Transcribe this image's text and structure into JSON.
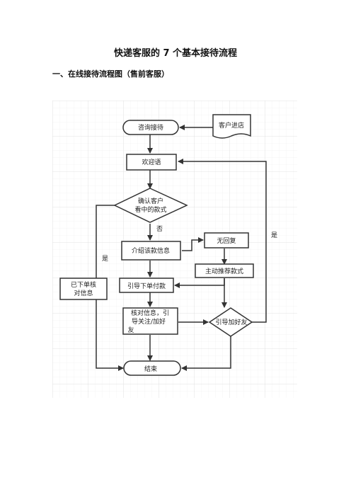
{
  "document": {
    "title": "快递客服的 7 个基本接待流程",
    "section_title": "一、在线接待流程图（售前客服）"
  },
  "flowchart": {
    "nodes": {
      "consult": "咨询接待",
      "customer_enter": "客户进店",
      "welcome": "欢迎语",
      "confirm_line1": "确认客户",
      "confirm_line2": "看中的款式",
      "introduce": "介绍该款信息",
      "no_reply": "无回复",
      "recommend": "主动推荐款式",
      "guide_pay": "引导下单付款",
      "ordered_line1": "已下单核",
      "ordered_line2": "对信息",
      "verify_line1": "核对信息，引",
      "verify_line2": "导关注/加好",
      "verify_line3": "友",
      "guide_friend": "引导加好友",
      "end": "结束"
    },
    "edge_labels": {
      "no": "否",
      "yes_left": "是",
      "yes_right": "是"
    }
  }
}
